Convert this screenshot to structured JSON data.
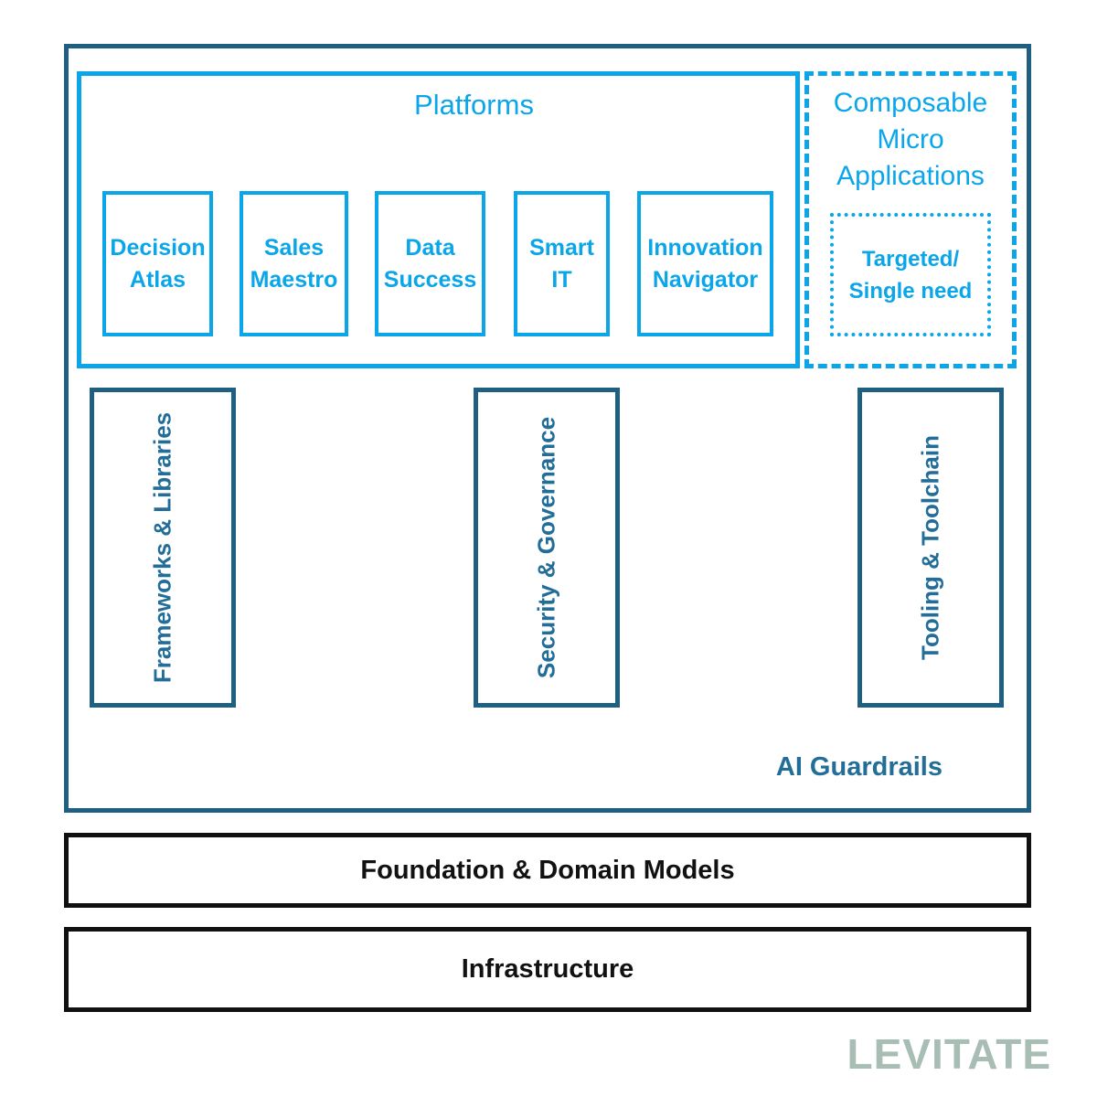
{
  "platforms": {
    "title": "Platforms",
    "items": [
      {
        "label": "Decision Atlas"
      },
      {
        "label": "Sales Maestro"
      },
      {
        "label": "Data Success"
      },
      {
        "label": "Smart IT"
      },
      {
        "label": "Innovation Navigator"
      }
    ]
  },
  "composable": {
    "title": "Composable Micro Applications",
    "item_label": "Targeted/ Single need"
  },
  "pillars": [
    {
      "label": "Frameworks & Libraries"
    },
    {
      "label": "Security & Governance"
    },
    {
      "label": "Tooling & Toolchain"
    }
  ],
  "guardrails_label": "AI Guardrails",
  "layers": [
    {
      "label": "Foundation & Domain Models"
    },
    {
      "label": "Infrastructure"
    }
  ],
  "logo": "LEVITATE",
  "colors": {
    "light_blue": "#0AA6E9",
    "dark_blue_border": "#1F5F82",
    "dark_blue_text": "#226E99",
    "black": "#111111",
    "logo_gray": "#A8BEB5"
  }
}
